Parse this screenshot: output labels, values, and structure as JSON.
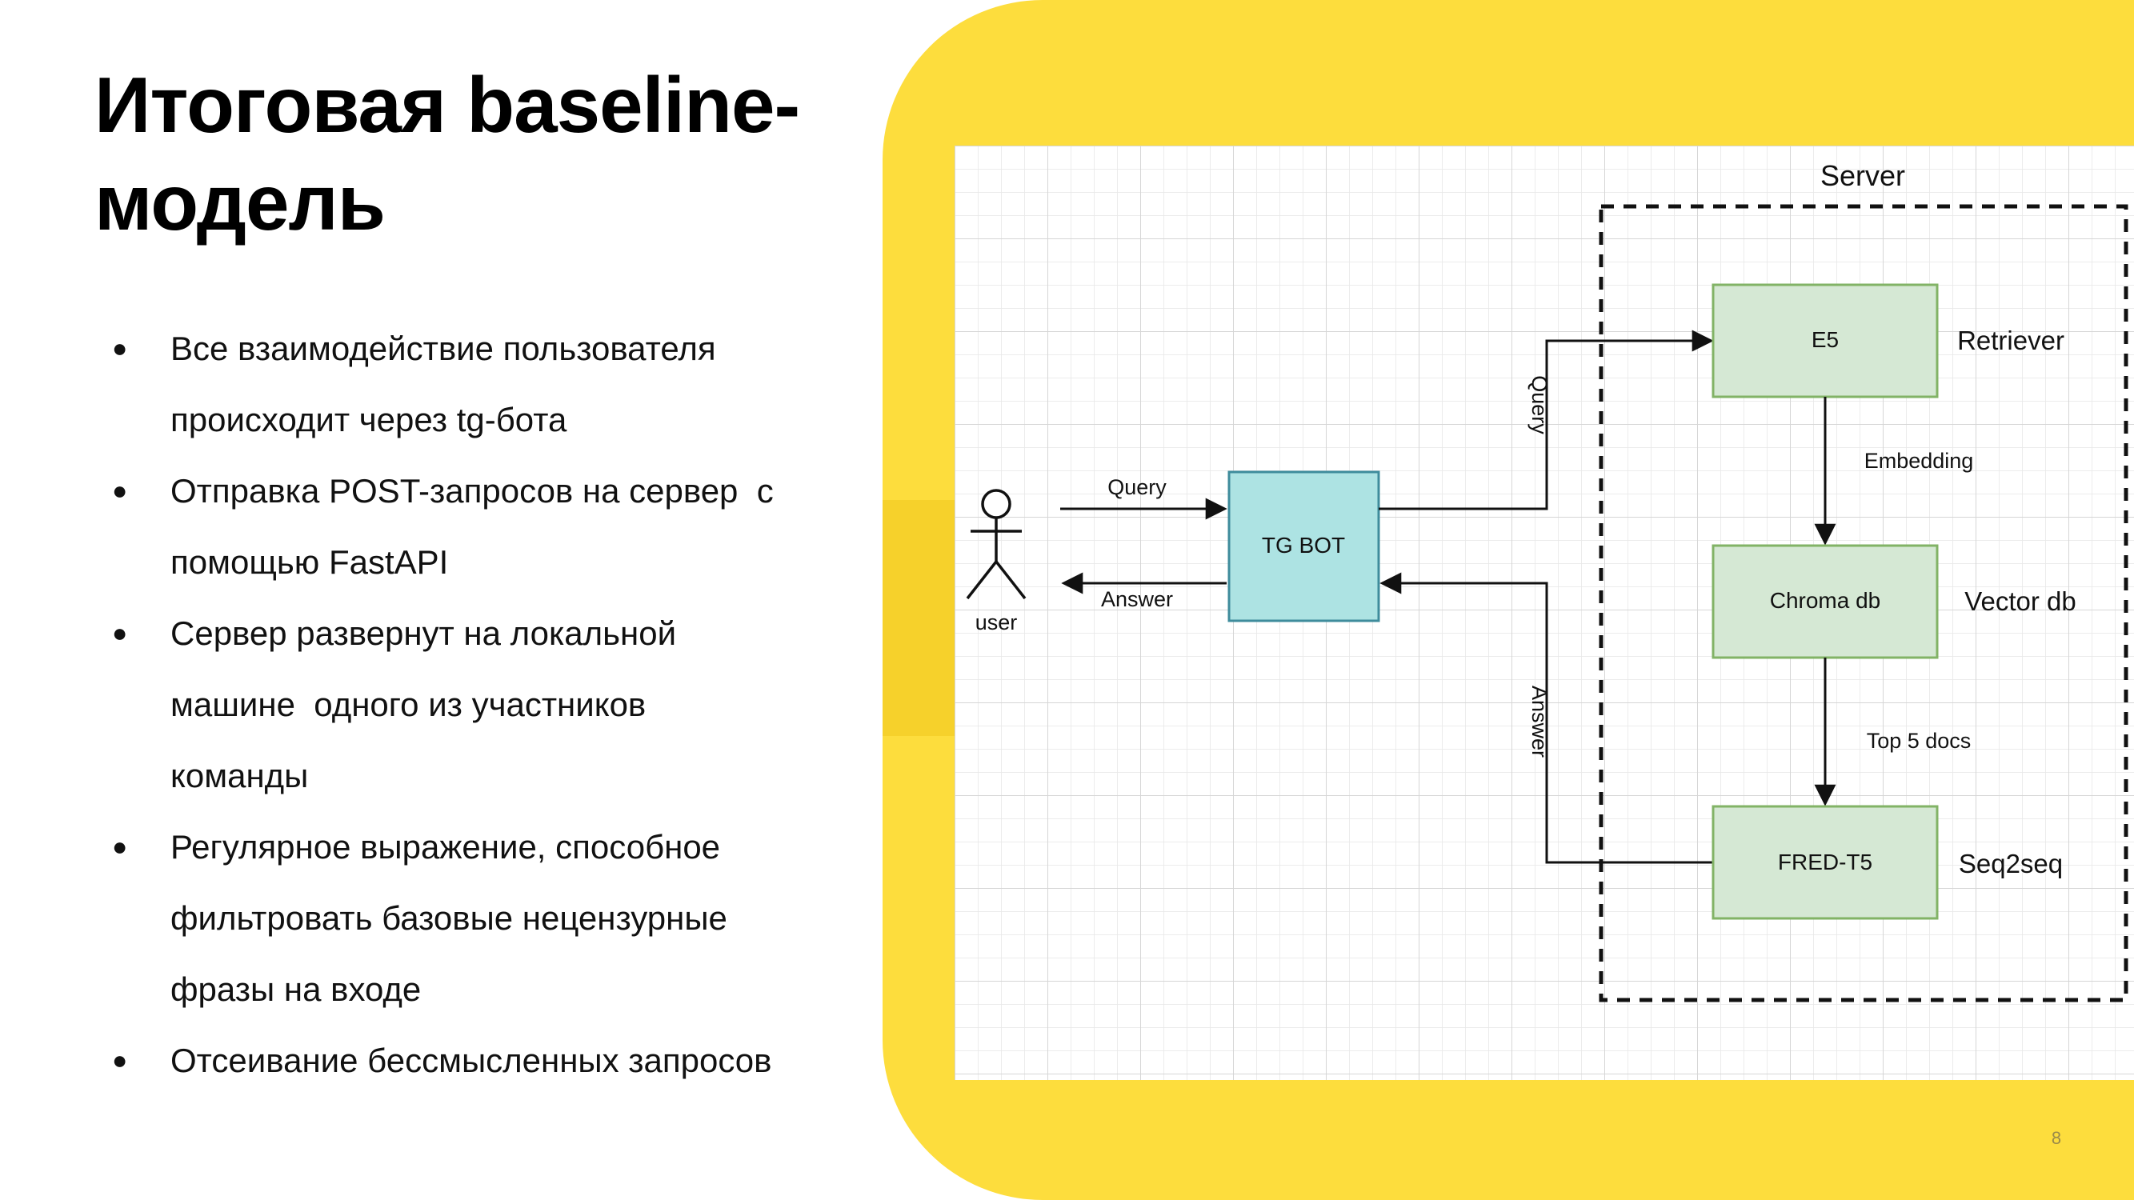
{
  "slide": {
    "title_line1": "Итоговая baseline-",
    "title_line2": "модель",
    "page_number": "8"
  },
  "bullets": [
    {
      "lines": [
        "Все взаимодействие пользователя",
        "происходит через tg-бота"
      ]
    },
    {
      "lines": [
        "Отправка POST-запросов на сервер  с",
        "помощью FastAPI"
      ]
    },
    {
      "lines": [
        "Сервер развернут на локальной",
        "машине  одного из участников",
        "команды"
      ]
    },
    {
      "lines": [
        "Регулярное выражение, способное",
        "фильтровать базовые нецензурные",
        "фразы на входе"
      ]
    },
    {
      "lines": [
        "Отсеивание бессмысленных запросов"
      ]
    }
  ],
  "diagram": {
    "server_label": "Server",
    "user_label": "user",
    "tgbot_label": "TG BOT",
    "e5_label": "E5",
    "chroma_label": "Chroma db",
    "fred_label": "FRED-T5",
    "retriever_label": "Retriever",
    "vectordb_label": "Vector db",
    "seq2seq_label": "Seq2seq",
    "user_query_label": "Query",
    "user_answer_label": "Answer",
    "bot_query_label": "Query",
    "bot_answer_label": "Answer",
    "embedding_label": "Embedding",
    "top5_label": "Top 5 docs",
    "colors": {
      "tgbot_fill": "#ADE3E3",
      "block_fill": "#D5E8D4",
      "block_stroke": "#82B366",
      "grid": "#E3E3E3",
      "panel": "#FDDD3D"
    }
  }
}
